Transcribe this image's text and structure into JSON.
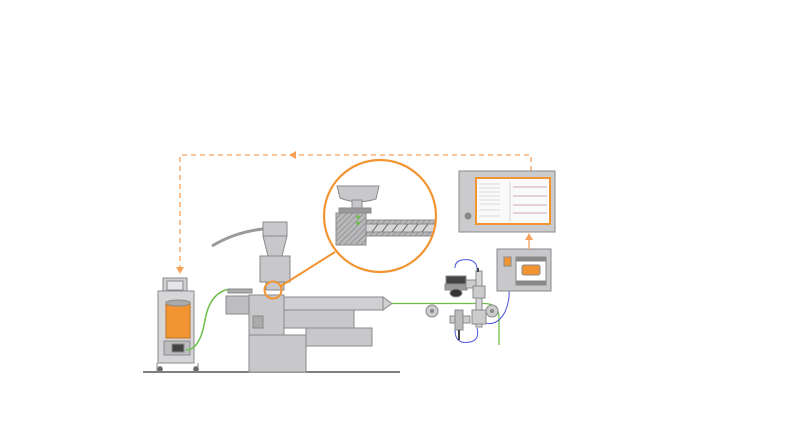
{
  "diagram": {
    "colors": {
      "feedback": "#f7a25a",
      "accent": "#f29431",
      "material": "#6cbf4a",
      "cable": "#4a55d8",
      "machine": "#c8c8ca",
      "outline": "#8a8a8c",
      "floor": "#555555"
    },
    "components": [
      "dosing-unit",
      "extruder",
      "detail-magnifier",
      "sensor-assembly",
      "controller",
      "monitor"
    ]
  }
}
